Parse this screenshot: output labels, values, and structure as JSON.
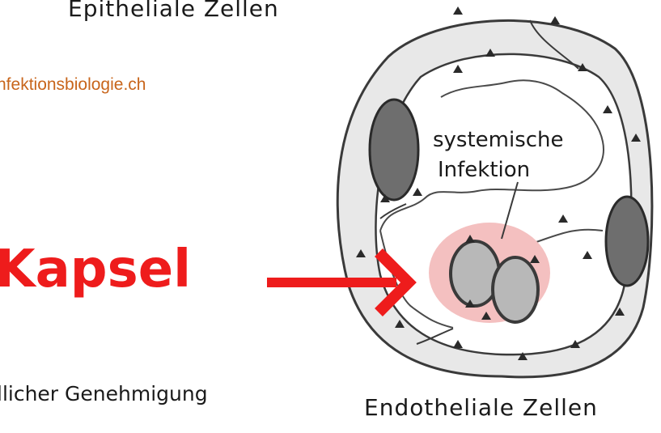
{
  "labels": {
    "top": "Epitheliale Zellen",
    "website": "nfektionsbiologie.ch",
    "capsule": "Kapsel",
    "permission": "llicher Genehmigung",
    "bottom": "Endotheliale Zellen",
    "systemic_line1": "systemische",
    "systemic_line2": "Infektion"
  },
  "colors": {
    "capsule_text": "#ee1c1c",
    "website_text": "#c8651b",
    "vessel_wall": "#e8e8e8",
    "nucleus": "#6e6e6e",
    "capsule_halo": "#f4c0c0",
    "bacterium": "#b8b8b8"
  }
}
